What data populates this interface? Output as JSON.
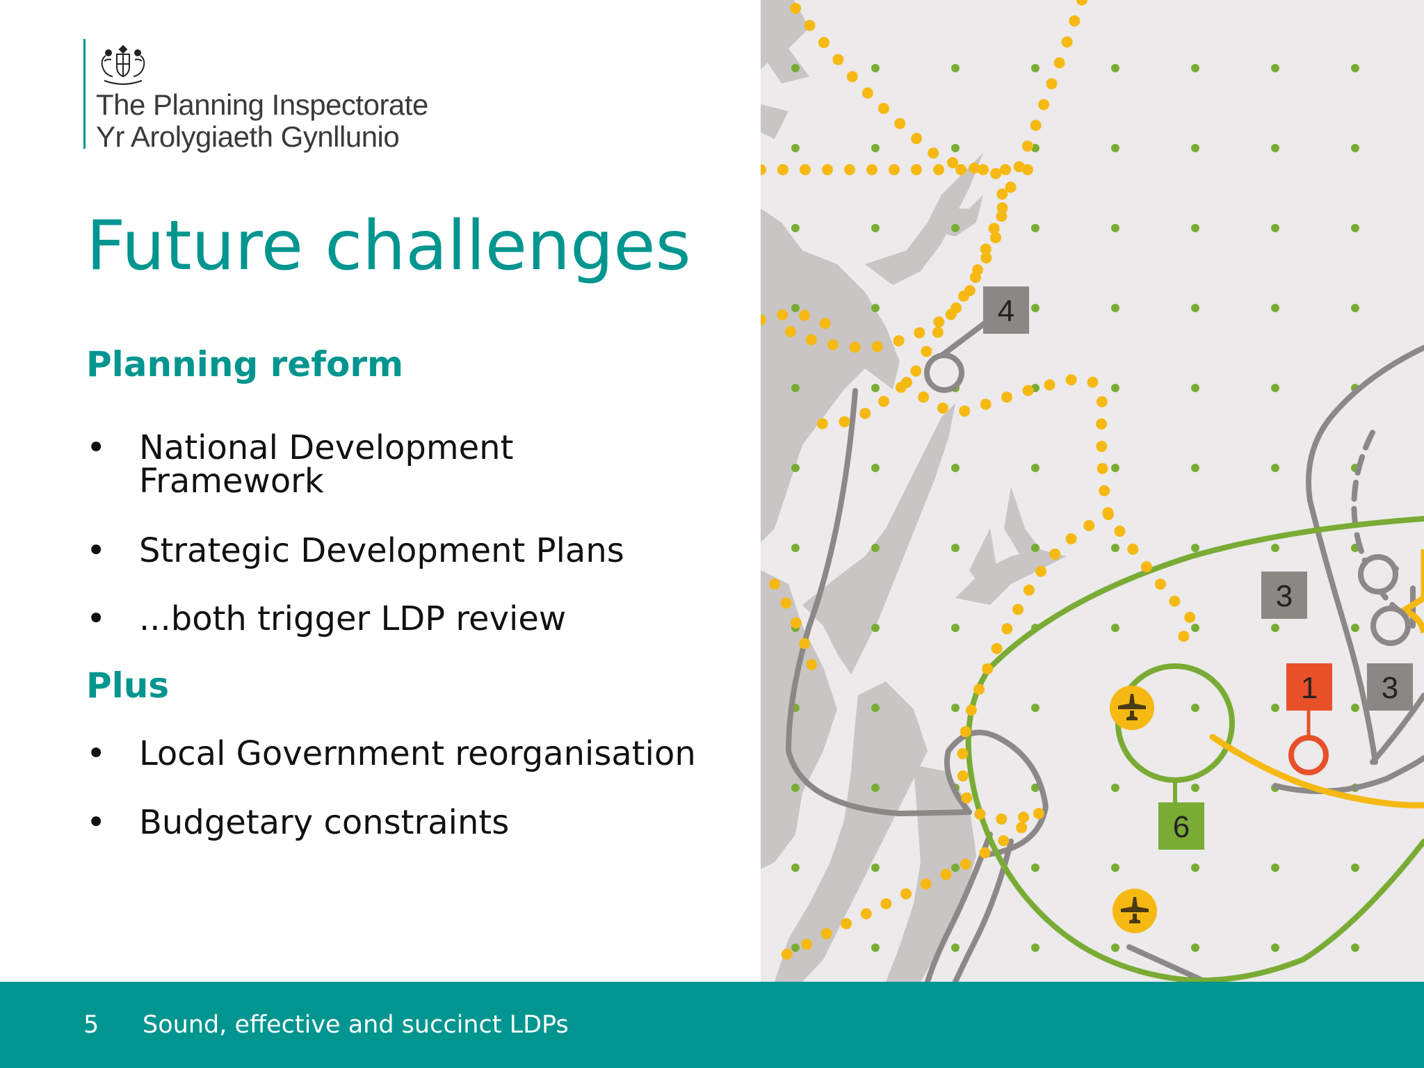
{
  "header": {
    "org_name_en": "The Planning Inspectorate",
    "org_name_cy": "Yr Arolygiaeth Gynllunio",
    "crest_icon": "royal-coat-of-arms-icon"
  },
  "slide": {
    "title": "Future challenges",
    "sections": [
      {
        "heading": "Planning reform",
        "bullets": [
          "National Development Framework",
          "Strategic Development Plans",
          "...both trigger LDP review"
        ]
      },
      {
        "heading": "Plus",
        "bullets": [
          "Local Government reorganisation",
          "Budgetary constraints"
        ]
      }
    ],
    "bullet_glyph": "•"
  },
  "map": {
    "markers": [
      {
        "label": "4",
        "color": "#8a8785"
      },
      {
        "label": "3",
        "color": "#8a8785"
      },
      {
        "label": "3",
        "color": "#8a8785"
      },
      {
        "label": "1",
        "color": "#e8502a"
      },
      {
        "label": "6",
        "color": "#78a832"
      }
    ],
    "airport_icon": "airplane-icon",
    "colors": {
      "land": "#eceaea",
      "water": "#c8c5c4",
      "route_yellow": "#f6b913",
      "route_green": "#7aab35",
      "route_grey": "#8b8887",
      "dot_green": "#7aab35"
    }
  },
  "footer": {
    "page_number": "5",
    "text": "Sound, effective and succinct LDPs",
    "color": "#00958f"
  }
}
